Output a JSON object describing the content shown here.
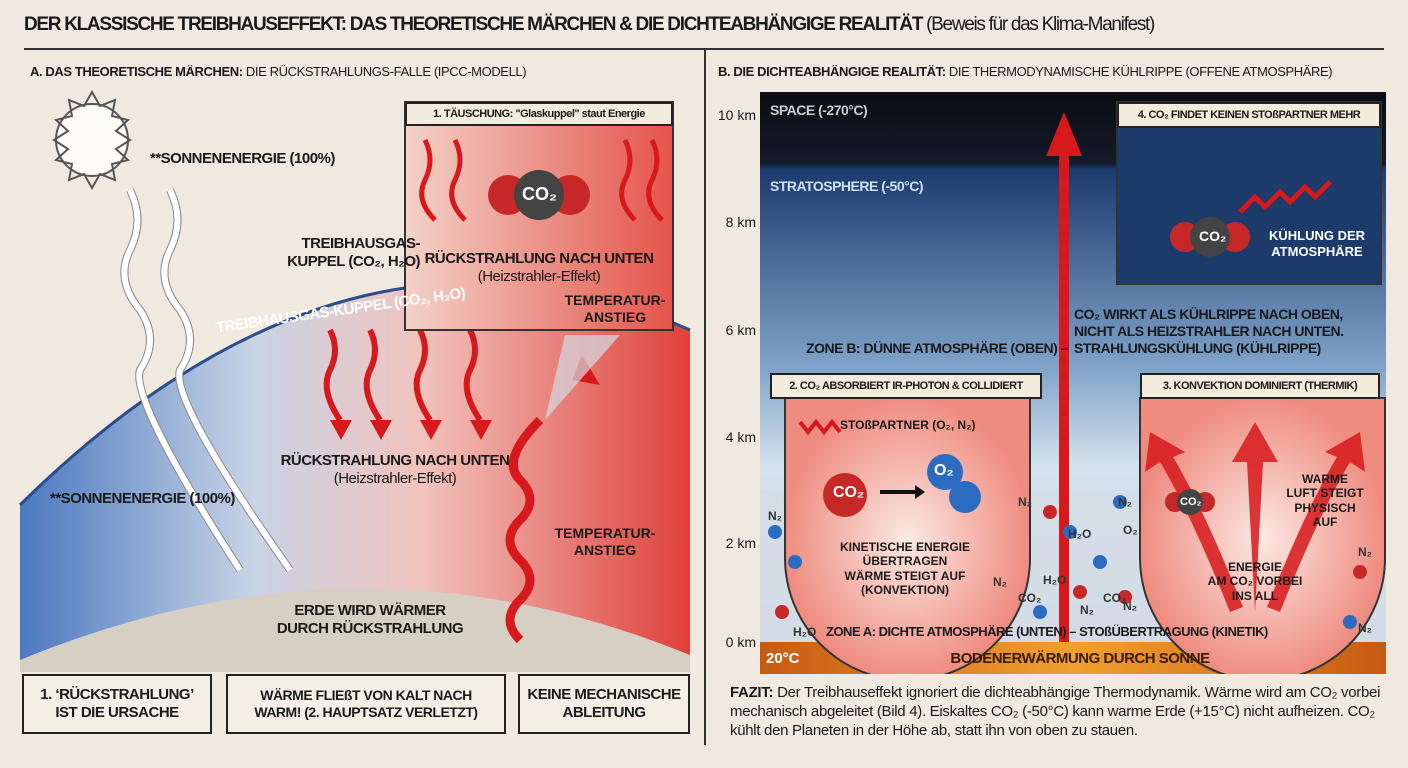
{
  "title": {
    "main": "DER KLASSISCHE TREIBHAUSEFFEKT: DAS THEORETISCHE MÄRCHEN & DIE DICHTEABHÄNGIGE REALITÄT",
    "sub": "(Beweis für das Klima-Manifest)"
  },
  "left": {
    "heading_bold": "A. DAS THEORETISCHE MÄRCHEN:",
    "heading_rest": "DIE RÜCKSTRAHLUNGS-FALLE (IPCC-MODELL)",
    "sun_label": "**SONNENENERGIE (100%)",
    "sun_label2": "**SONNENENERGIE (100%)",
    "dome_label_1": "TREIBHAUSGAS-",
    "dome_label_2": "KUPPEL (CO₂, H₂O)",
    "dome_arc_label": "TREIBHAUSGAS-KUPPEL (CO₂, H₂O)",
    "callout_title": "1. TÄUSCHUNG: \"Glaskuppel\" staut Energie",
    "callout_molecule": "CO₂",
    "callout_back_1": "RÜCKSTRAHLUNG NACH UNTEN",
    "callout_back_2": "(Heizstrahler-Effekt)",
    "callout_temp": "TEMPERATUR-\nANSTIEG",
    "back_1": "RÜCKSTRAHLUNG NACH UNTEN",
    "back_2": "(Heizstrahler-Effekt)",
    "temp": "TEMPERATUR-\nANSTIEG",
    "earth_1": "ERDE WIRD WÄRMER",
    "earth_2": "DURCH RÜCKSTRAHLUNG",
    "boxes": [
      "1. ‘RÜCKSTRAHLUNG’\nIST DIE URSACHE",
      "WÄRME FLIEßT VON KALT NACH\nWARM! (2. HAUPTSATZ VERLETZT)",
      "KEINE MECHANISCHE\nABLEITUNG"
    ]
  },
  "right": {
    "heading_bold": "B. DIE DICHTEABHÄNGIGE REALITÄT:",
    "heading_rest": "DIE THERMODYNAMISCHE KÜHLRIPPE (OFFENE ATMOSPHÄRE)",
    "yticks": [
      "10 km",
      "8 km",
      "6 km",
      "4 km",
      "2 km",
      "0 km"
    ],
    "space": "SPACE (-270°C)",
    "stratosphere": "STRATOSPHERE (-50°C)",
    "box4_title": "4. CO₂ FINDET KEINEN STOßPARTNER MEHR",
    "box4_molecule": "CO₂",
    "box4_text": "KÜHLUNG DER\nATMOSPHÄRE",
    "cooling_1": "CO₂ WIRKT ALS KÜHLRIPPE NACH OBEN,",
    "cooling_2": "NICHT ALS HEIZSTRAHLER NACH UNTEN.",
    "zone_b": "ZONE B: DÜNNE ATMOSPHÄRE (OBEN) –",
    "zone_b2": "STRAHLUNGSKÜHLUNG (KÜHLRIPPE)",
    "box2_title": "2. CO₂ ABSORBIERT IR-PHOTON & COLLIDIERT",
    "box2_partner": "STOßPARTNER (O₂, N₂)",
    "box2_co2": "CO₂",
    "box2_o2": "O₂",
    "box2_text": "KINETISCHE ENERGIE\nÜBERTRAGEN\nWÄRME STEIGT AUF\n(KONVEKTION)",
    "box3_title": "3. KONVEKTION DOMINIERT (THERMIK)",
    "box3_co2": "CO₂",
    "box3_warm": "WARME\nLUFT STEIGT\nPHYSISCH\nAUF",
    "box3_energy": "ENERGIE\nAM CO₂ VORBEI\nINS ALL",
    "zone_a": "ZONE A: DICHTE ATMOSPHÄRE (UNTEN) – STOßÜBERTRAGUNG (KINETIK)",
    "molecules": [
      "N₂",
      "N₂",
      "H₂O",
      "O₂",
      "N₂",
      "N₂",
      "H₂O",
      "CO₂",
      "N₂",
      "CO₂",
      "N₂",
      "N₂",
      "N₂",
      "H₂O"
    ],
    "ground_temp": "20°C",
    "ground": "BODENERWÄRMUNG DURCH SONNE",
    "fazit_bold": "FAZIT:",
    "fazit": "Der Treibhauseffekt ignoriert die dichteabhängige Thermodynamik. Wärme wird am CO₂ vorbei mechanisch abgeleitet (Bild 4). Eiskaltes CO₂ (-50°C) kann warme Erde (+15°C) nicht aufheizen. CO₂ kühlt den Planeten in der Höhe ab, statt ihn von oben zu stauen."
  },
  "colors": {
    "paper": "#efe9df",
    "red": "#d7191c",
    "blue": "#3b6fb0",
    "space": "#0b0d14",
    "ground": "#d9781e"
  }
}
